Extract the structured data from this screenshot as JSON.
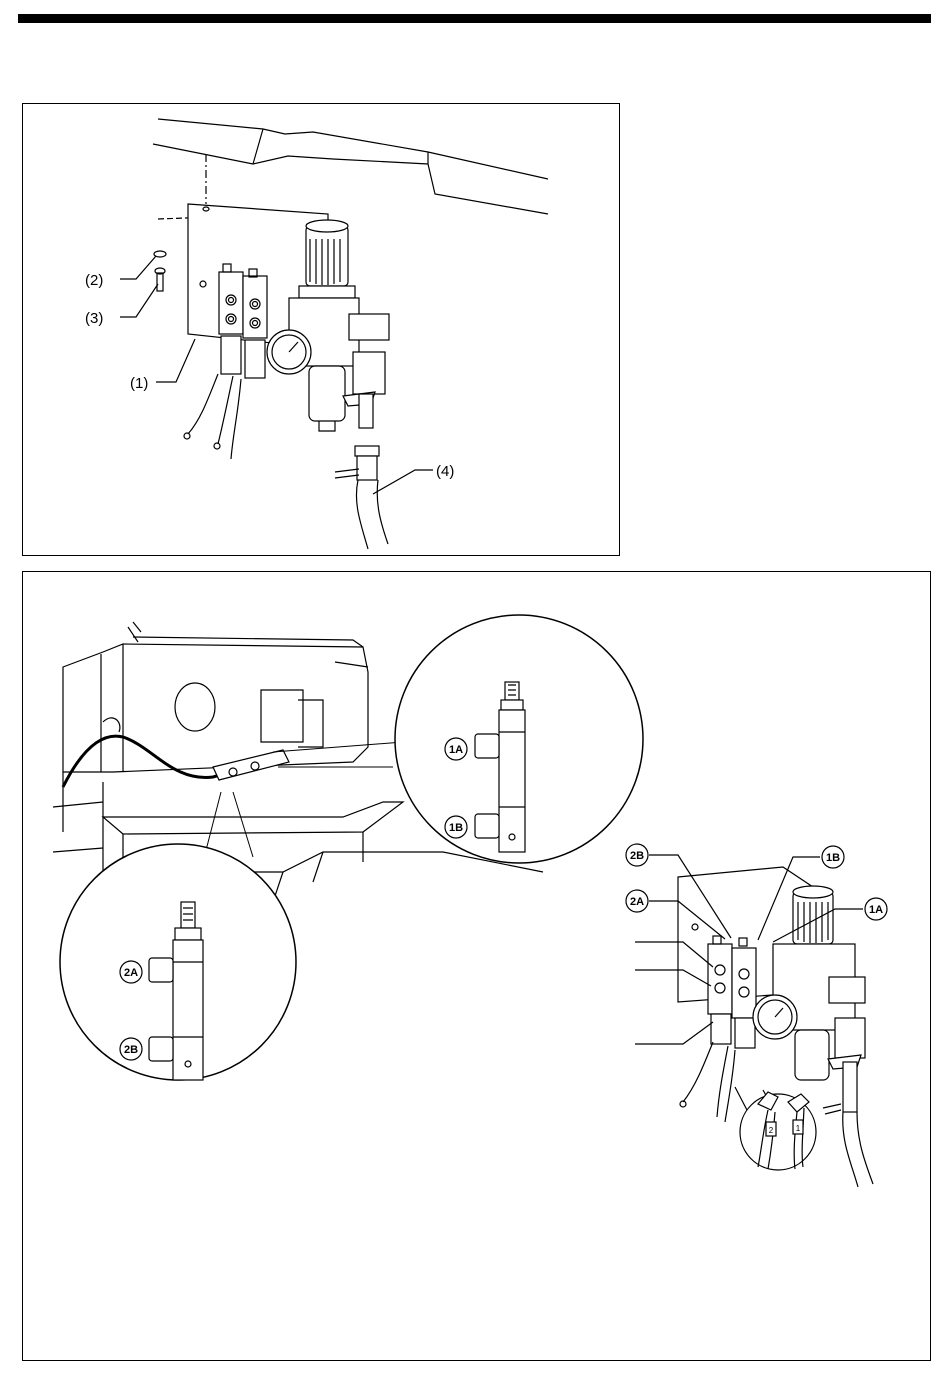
{
  "figure_top": {
    "callouts": [
      "(1)",
      "(2)",
      "(3)",
      "(4)"
    ]
  },
  "figure_bottom": {
    "magnifier_right": {
      "port_upper": "1A",
      "port_lower": "1B"
    },
    "magnifier_left": {
      "port_upper": "2A",
      "port_lower": "2B"
    },
    "valve_callouts": {
      "c2b": "2B",
      "c1b": "1B",
      "c2a": "2A",
      "c1a": "1A"
    },
    "tube_marks": {
      "left": "2",
      "right": "1"
    }
  }
}
